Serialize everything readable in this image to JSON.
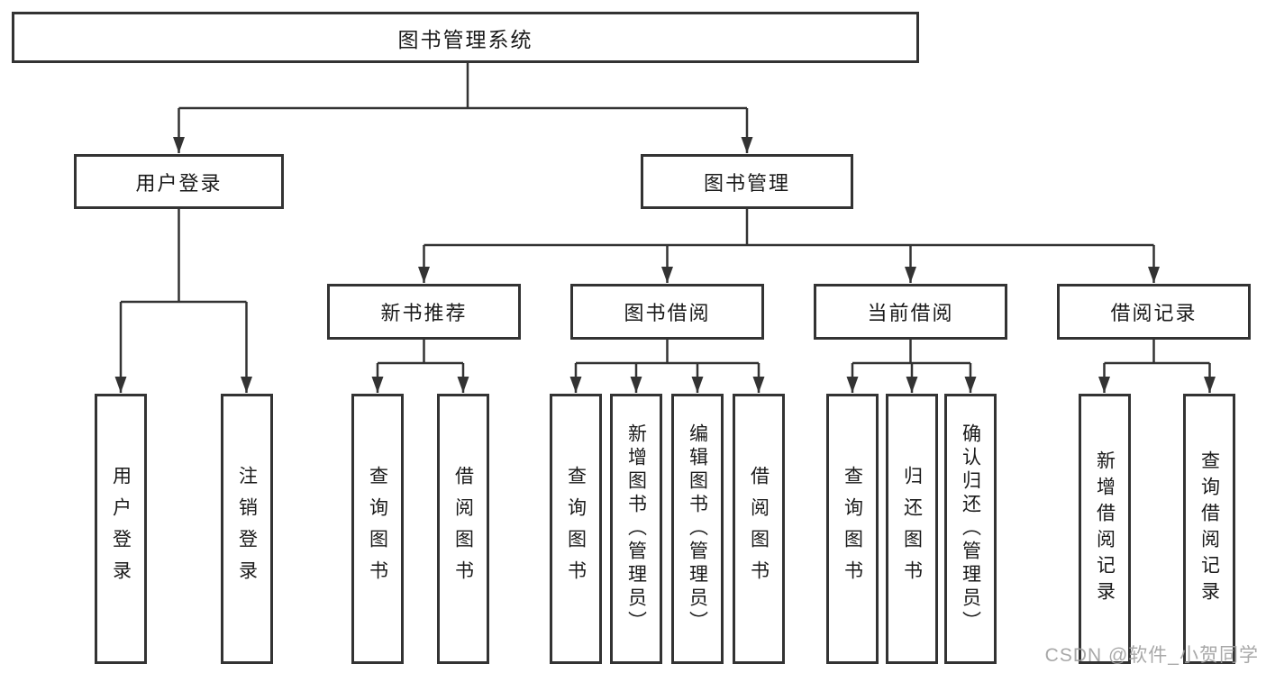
{
  "diagram": {
    "title": "图书管理系统",
    "branches": {
      "user": {
        "label": "用户登录",
        "leaves": [
          "用户登录",
          "注销登录"
        ]
      },
      "management": {
        "label": "图书管理",
        "sections": [
          {
            "label": "新书推荐",
            "leaves": [
              "查询图书",
              "借阅图书"
            ]
          },
          {
            "label": "图书借阅",
            "leaves": [
              "查询图书",
              "新增图书（管理员）",
              "编辑图书（管理员）",
              "借阅图书"
            ]
          },
          {
            "label": "当前借阅",
            "leaves": [
              "查询图书",
              "归还图书",
              "确认归还（管理员）"
            ]
          },
          {
            "label": "借阅记录",
            "leaves": [
              "新增借阅记录",
              "查询借阅记录"
            ]
          }
        ]
      }
    },
    "colors": {
      "line": "#333333",
      "text": "#1a1a1a",
      "background": "#ffffff"
    }
  },
  "watermark": {
    "text": "CSDN @软件_小贺同学"
  }
}
